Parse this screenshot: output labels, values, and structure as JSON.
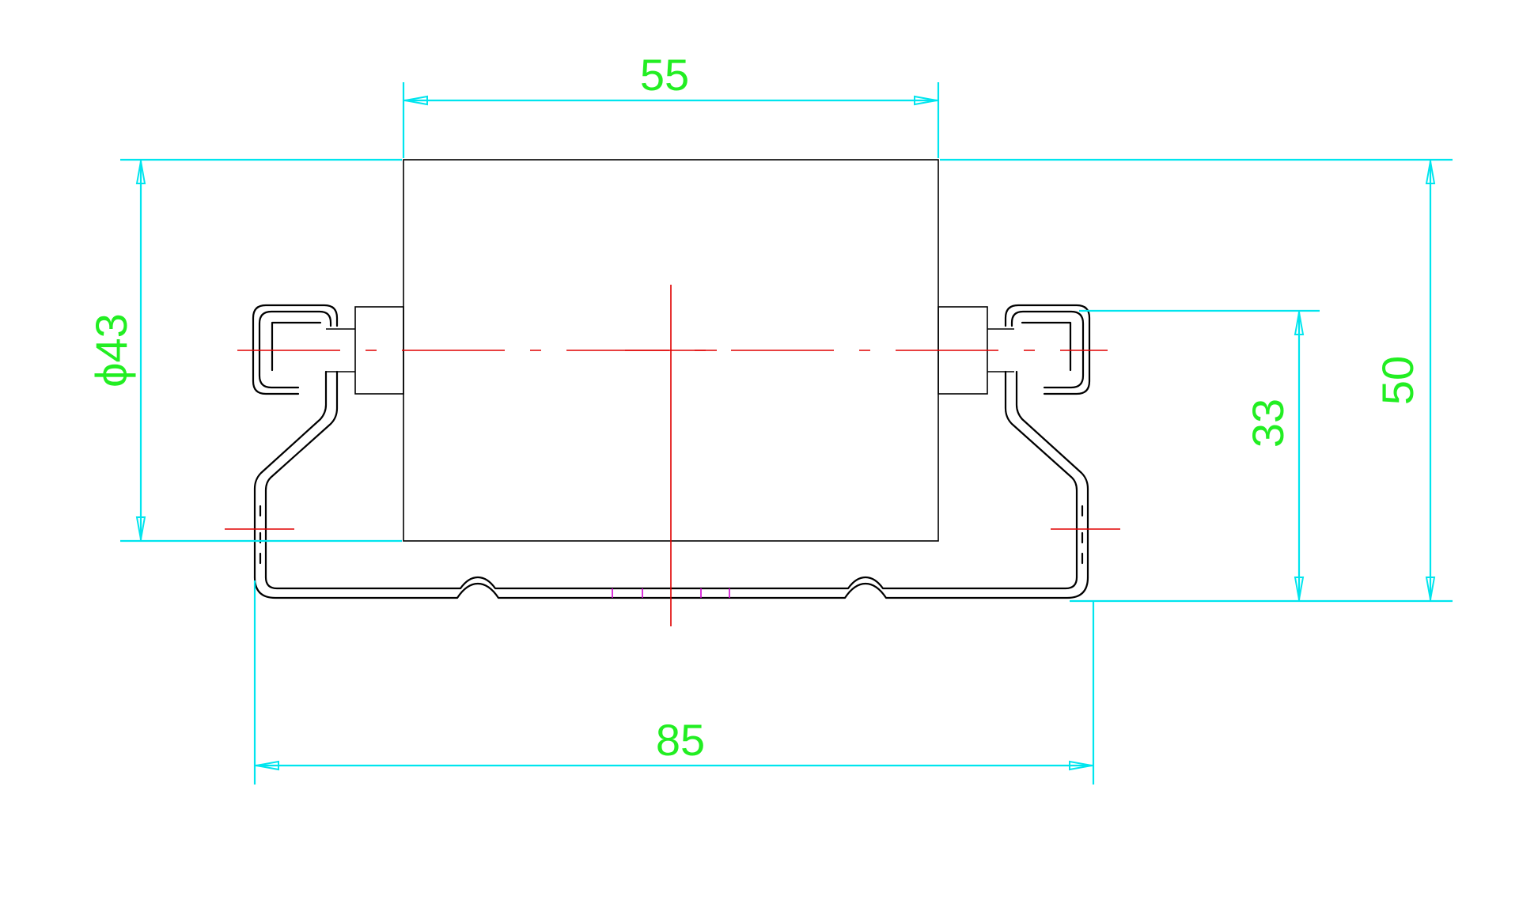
{
  "drawing": {
    "type": "roller conveyor cross-section",
    "dimensions": {
      "roller_length": "55",
      "roller_diameter": "ϕ43",
      "axle_height": "33",
      "overall_height": "50",
      "overall_width": "85"
    },
    "colors": {
      "object_lines": "#000000",
      "dimension_lines": "#00e5ee",
      "dimension_text": "#22ee22",
      "center_lines": "#e00000",
      "marker_ticks": "#d000d0",
      "background": "#ffffff"
    }
  }
}
